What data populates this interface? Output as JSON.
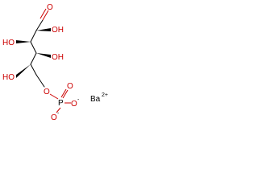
{
  "molecule": {
    "atoms": {
      "aldehyde_o": "O",
      "hydroxyl_2": "OH",
      "hydroxyl_3": "HO",
      "hydroxyl_4": "OH",
      "hydroxyl_5": "HO",
      "ester_o": "O",
      "phosphorus": "P",
      "phosphate_o1": "O",
      "phosphate_o2": "O",
      "phosphate_o3": "O",
      "charge_1": "-",
      "charge_2": "-"
    },
    "counterion": {
      "symbol": "Ba",
      "charge": "2+"
    }
  },
  "colors": {
    "oxygen": "#cc0000",
    "bond": "#000000",
    "text": "#000000"
  }
}
